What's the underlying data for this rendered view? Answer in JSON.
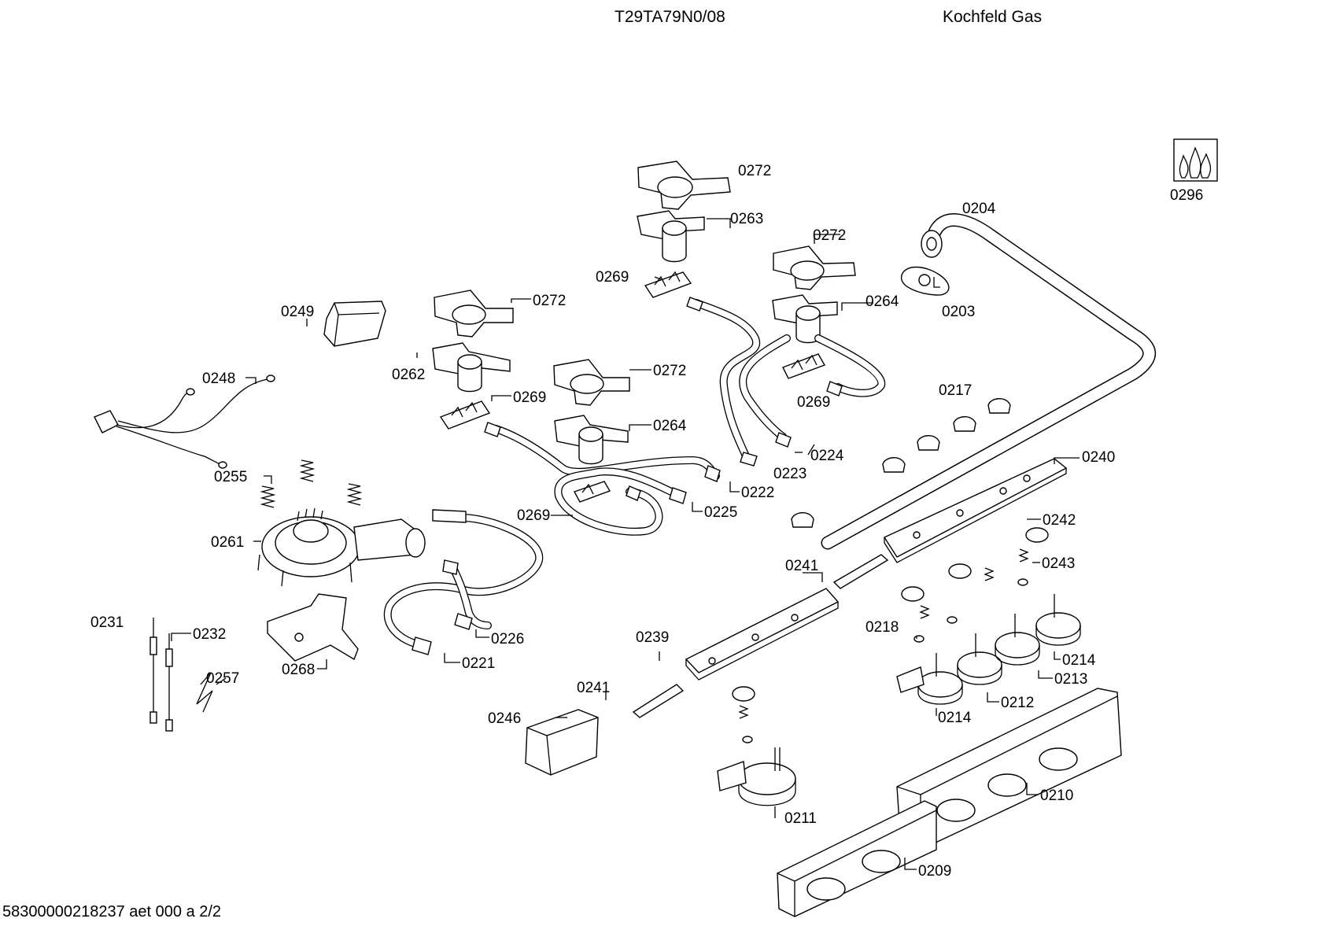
{
  "header": {
    "model": "T29TA79N0/08",
    "section": "Kochfeld Gas"
  },
  "footer": {
    "doc": "58300000218237 aet 000 a 2/2"
  },
  "labels": [
    {
      "id": "0272a",
      "text": "0272"
    },
    {
      "id": "0263",
      "text": "0263"
    },
    {
      "id": "0204",
      "text": "0204"
    },
    {
      "id": "0296",
      "text": "0296"
    },
    {
      "id": "0272b",
      "text": "0272"
    },
    {
      "id": "0269a",
      "text": "0269"
    },
    {
      "id": "0264a",
      "text": "0264"
    },
    {
      "id": "0203",
      "text": "0203"
    },
    {
      "id": "0249",
      "text": "0249"
    },
    {
      "id": "0272c",
      "text": "0272"
    },
    {
      "id": "0262",
      "text": "0262"
    },
    {
      "id": "0272d",
      "text": "0272"
    },
    {
      "id": "0269b",
      "text": "0269"
    },
    {
      "id": "0217",
      "text": "0217"
    },
    {
      "id": "0248",
      "text": "0248"
    },
    {
      "id": "0269c",
      "text": "0269"
    },
    {
      "id": "0264b",
      "text": "0264"
    },
    {
      "id": "0224",
      "text": "0224"
    },
    {
      "id": "0223",
      "text": "0223"
    },
    {
      "id": "0240",
      "text": "0240"
    },
    {
      "id": "0255",
      "text": "0255"
    },
    {
      "id": "0222",
      "text": "0222"
    },
    {
      "id": "0269d",
      "text": "0269"
    },
    {
      "id": "0225",
      "text": "0225"
    },
    {
      "id": "0242",
      "text": "0242"
    },
    {
      "id": "0261",
      "text": "0261"
    },
    {
      "id": "0243",
      "text": "0243"
    },
    {
      "id": "0241a",
      "text": "0241"
    },
    {
      "id": "0231",
      "text": "0231"
    },
    {
      "id": "0232",
      "text": "0232"
    },
    {
      "id": "0218",
      "text": "0218"
    },
    {
      "id": "0226",
      "text": "0226"
    },
    {
      "id": "0239",
      "text": "0239"
    },
    {
      "id": "0214a",
      "text": "0214"
    },
    {
      "id": "0221",
      "text": "0221"
    },
    {
      "id": "0213",
      "text": "0213"
    },
    {
      "id": "0268",
      "text": "0268"
    },
    {
      "id": "0257",
      "text": "0257"
    },
    {
      "id": "0212",
      "text": "0212"
    },
    {
      "id": "0241b",
      "text": "0241"
    },
    {
      "id": "0214b",
      "text": "0214"
    },
    {
      "id": "0246",
      "text": "0246"
    },
    {
      "id": "0211",
      "text": "0211"
    },
    {
      "id": "0210",
      "text": "0210"
    },
    {
      "id": "0209",
      "text": "0209"
    }
  ]
}
